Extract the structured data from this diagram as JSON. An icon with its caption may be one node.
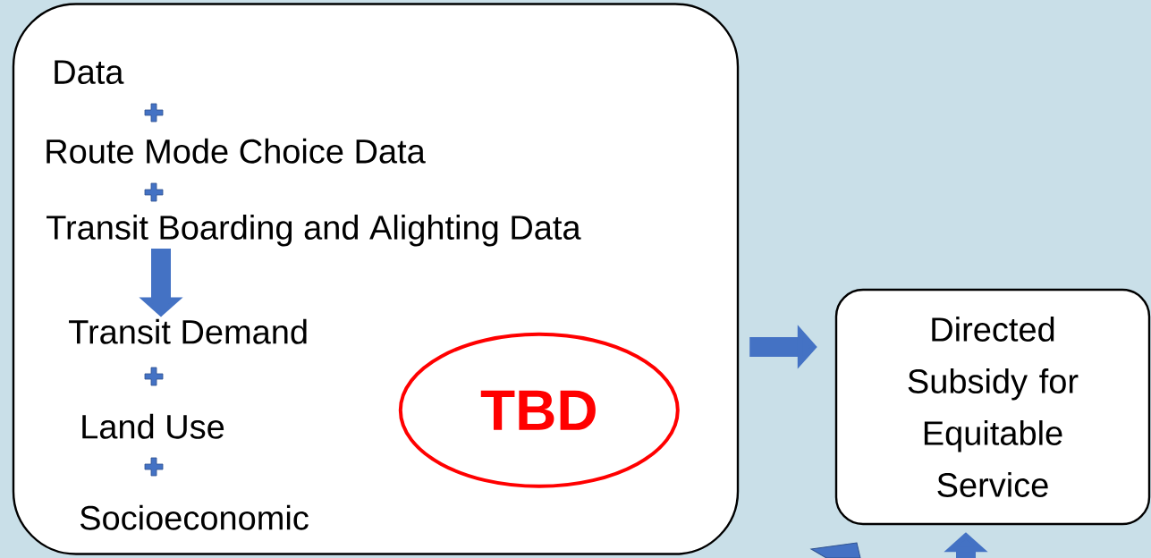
{
  "diagram": {
    "nodes": [
      {
        "text": [],
        "shape": "box"
      },
      {
        "text": [
          "Data"
        ],
        "in": 0
      },
      {
        "text": [
          "Route Mode Choice Data"
        ],
        "in": 0
      },
      {
        "text": [
          "Transit Boarding and Alighting Data"
        ],
        "in": 0
      },
      {
        "text": [
          "Transit Demand"
        ],
        "in": 0
      },
      {
        "text": [
          "Land Use"
        ],
        "in": 0
      },
      {
        "text": [
          "Socioeconomic"
        ],
        "in": 0
      },
      {
        "text": [
          "TBD"
        ],
        "in": 0
      },
      {
        "text": [
          "Directed Subsidy for Equitable Service"
        ]
      }
    ],
    "edges": [
      {
        "from": 3,
        "to": 4,
        "arrow": "to"
      },
      {
        "from": 0,
        "to": 8,
        "arrow": "to"
      },
      {
        "from": null,
        "to": 8,
        "arrow": "to"
      }
    ]
  }
}
